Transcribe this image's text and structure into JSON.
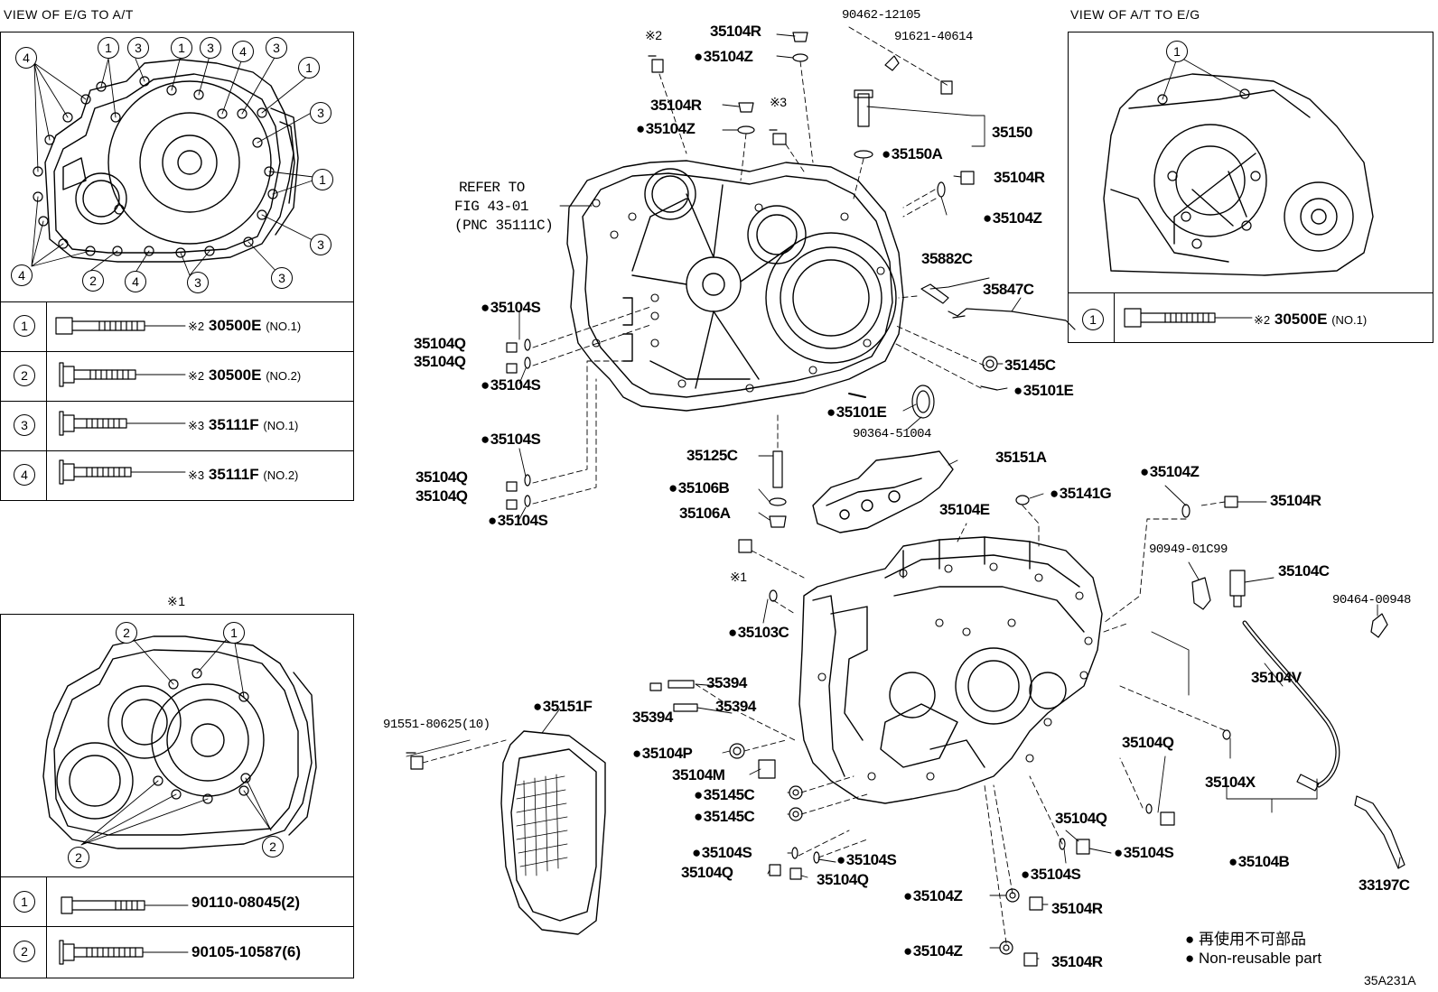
{
  "views": {
    "eg_to_at": "VIEW OF E/G TO A/T",
    "at_to_eg": "VIEW OF A/T TO E/G",
    "note1": "※1"
  },
  "table_left": [
    {
      "n": "1",
      "mark": "※2",
      "part": "30500E",
      "note": "(NO.1)"
    },
    {
      "n": "2",
      "mark": "※2",
      "part": "30500E",
      "note": "(NO.2)"
    },
    {
      "n": "3",
      "mark": "※3",
      "part": "35111F",
      "note": "(NO.1)"
    },
    {
      "n": "4",
      "mark": "※3",
      "part": "35111F",
      "note": "(NO.2)"
    }
  ],
  "table_right": [
    {
      "n": "1",
      "mark": "※2",
      "part": "30500E",
      "note": "(NO.1)"
    }
  ],
  "table_bottom": [
    {
      "n": "1",
      "part": "90110-08045(2)"
    },
    {
      "n": "2",
      "part": "90105-10587(6)"
    }
  ],
  "refer": [
    "REFER TO",
    "FIG 43-01",
    "(PNC 35111C)"
  ],
  "labels": {
    "l01": "※2",
    "l02": "35104R",
    "l03": "35104Z",
    "l04": "35104R",
    "l05": "35104Z",
    "l06": "※3",
    "l07": "90462-12105",
    "l08": "91621-40614",
    "l09": "35150",
    "l10": "35150A",
    "l11": "35104R",
    "l12": "35104Z",
    "l13": "35882C",
    "l14": "35847C",
    "l15": "35145C",
    "l16": "35101E",
    "l17": "35101E",
    "l18": "90364-51004",
    "l19": "35104S",
    "l20": "35104Q",
    "l21": "35104Q",
    "l22": "35104S",
    "l23": "35104S",
    "l24": "35104Q",
    "l25": "35104Q",
    "l26": "35104S",
    "l27": "35125C",
    "l28": "35106B",
    "l29": "35106A",
    "l30": "35151A",
    "l31": "35104E",
    "l32": "35141G",
    "l33": "35104Z",
    "l34": "35104R",
    "l35": "90949-01C99",
    "l36": "35104C",
    "l37": "90464-00948",
    "l38": "※1",
    "l39": "35103C",
    "l40": "35104V",
    "l41": "35394",
    "l42": "35394",
    "l43": "35394",
    "l44": "35151F",
    "l45": "91551-80625(10)",
    "l46": "35104P",
    "l47": "35104M",
    "l48": "35145C",
    "l49": "35145C",
    "l50": "35104Q",
    "l51": "35104X",
    "l52": "35104Q",
    "l53": "35104S",
    "l54": "35104S",
    "l55": "35104S",
    "l56": "35104S",
    "l57": "35104Q",
    "l58": "35104Q",
    "l59": "35104B",
    "l60": "33197C",
    "l61": "35104Z",
    "l62": "35104R",
    "l63": "35104Z",
    "l64": "35104R"
  },
  "legend": {
    "jp": "再使用不可部品",
    "en": "Non-reusable part"
  },
  "figure_id": "35A231A"
}
